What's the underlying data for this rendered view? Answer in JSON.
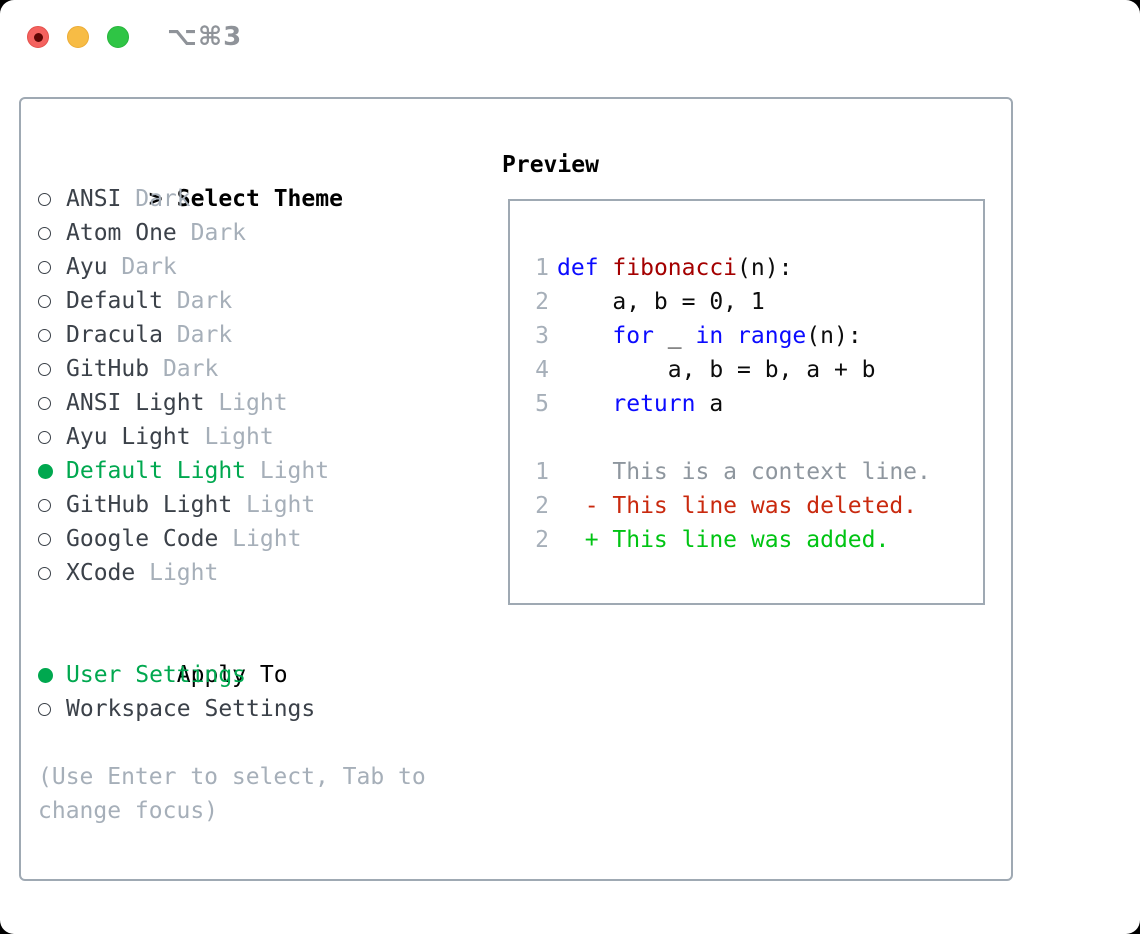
{
  "window": {
    "title": "⌥⌘3",
    "traffic_lights": [
      "close",
      "minimize",
      "zoom"
    ]
  },
  "colors": {
    "accent_green": "#00a84f",
    "diff_added_green": "#00c413",
    "diff_deleted_red": "#c9290e",
    "keyword_blue": "#0b0bff",
    "function_red": "#a40000",
    "muted_gray": "#a6afb9",
    "text_dark": "#3b4149",
    "border_gray": "#9fa9b3"
  },
  "theme_selector": {
    "header_prefix": ">",
    "header": "Select Theme",
    "items": [
      {
        "name": "ANSI",
        "variant": "Dark",
        "selected": false
      },
      {
        "name": "Atom One",
        "variant": "Dark",
        "selected": false
      },
      {
        "name": "Ayu",
        "variant": "Dark",
        "selected": false
      },
      {
        "name": "Default",
        "variant": "Dark",
        "selected": false
      },
      {
        "name": "Dracula",
        "variant": "Dark",
        "selected": false
      },
      {
        "name": "GitHub",
        "variant": "Dark",
        "selected": false
      },
      {
        "name": "ANSI Light",
        "variant": "Light",
        "selected": false
      },
      {
        "name": "Ayu Light",
        "variant": "Light",
        "selected": false
      },
      {
        "name": "Default Light",
        "variant": "Light",
        "selected": true
      },
      {
        "name": "GitHub Light",
        "variant": "Light",
        "selected": false
      },
      {
        "name": "Google Code",
        "variant": "Light",
        "selected": false
      },
      {
        "name": "XCode",
        "variant": "Light",
        "selected": false
      }
    ]
  },
  "apply_to": {
    "header": "Apply To",
    "options": [
      {
        "name": "User Settings",
        "selected": true
      },
      {
        "name": "Workspace Settings",
        "selected": false
      }
    ]
  },
  "hint": "(Use Enter to select, Tab to change focus)",
  "preview": {
    "header": "Preview",
    "lines": [
      {
        "num": "1",
        "tokens": [
          {
            "c": "kw",
            "t": "def"
          },
          {
            "c": "plain",
            "t": " "
          },
          {
            "c": "fn",
            "t": "fibonacci"
          },
          {
            "c": "plain",
            "t": "(n):"
          }
        ]
      },
      {
        "num": "2",
        "tokens": [
          {
            "c": "plain",
            "t": "    a, b = 0, 1"
          }
        ]
      },
      {
        "num": "3",
        "tokens": [
          {
            "c": "plain",
            "t": "    "
          },
          {
            "c": "kw",
            "t": "for"
          },
          {
            "c": "plain",
            "t": " _ "
          },
          {
            "c": "kw",
            "t": "in"
          },
          {
            "c": "plain",
            "t": " "
          },
          {
            "c": "kw",
            "t": "range"
          },
          {
            "c": "plain",
            "t": "(n):"
          }
        ]
      },
      {
        "num": "4",
        "tokens": [
          {
            "c": "plain",
            "t": "        a, b = b, a + b"
          }
        ]
      },
      {
        "num": "5",
        "tokens": [
          {
            "c": "plain",
            "t": "    "
          },
          {
            "c": "kw",
            "t": "return"
          },
          {
            "c": "plain",
            "t": " a"
          }
        ]
      },
      {
        "num": "",
        "tokens": []
      },
      {
        "num": "1",
        "tokens": [
          {
            "c": "ctx",
            "t": "    This is a context line."
          }
        ]
      },
      {
        "num": "2",
        "tokens": [
          {
            "c": "del",
            "t": "  - This line was deleted."
          }
        ]
      },
      {
        "num": "2",
        "tokens": [
          {
            "c": "add",
            "t": "  + This line was added."
          }
        ]
      }
    ]
  }
}
